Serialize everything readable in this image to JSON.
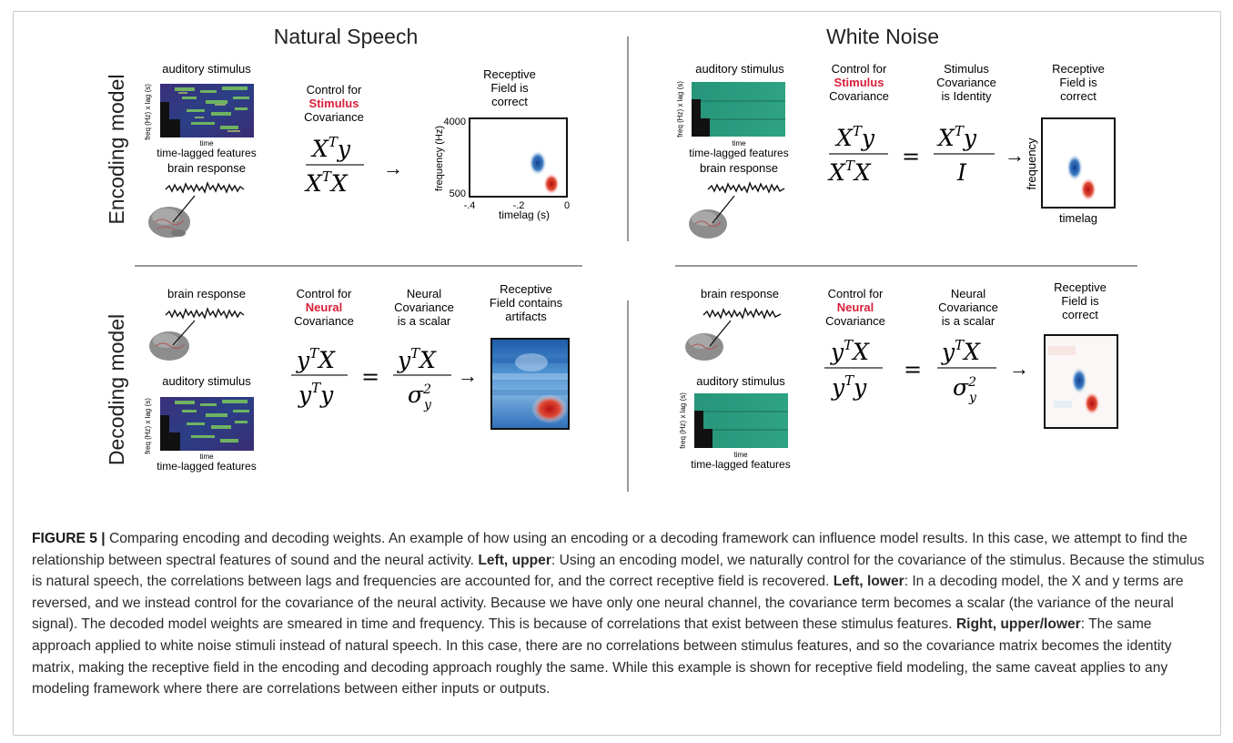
{
  "figure": {
    "columns": {
      "left_title": "Natural Speech",
      "right_title": "White Noise"
    },
    "rows": {
      "top_label": "Encoding model",
      "bottom_label": "Decoding model"
    },
    "labels": {
      "auditory_stimulus": "auditory stimulus",
      "brain_response": "brain response",
      "time": "time",
      "time_lagged_features": "time-lagged features",
      "freq_lag_axis": "freq (Hz) x lag (s)",
      "control_for": "Control for",
      "stimulus_word": "Stimulus",
      "neural_word": "Neural",
      "covariance": "Covariance",
      "stimulus_covariance_lines": [
        "Stimulus",
        "Covariance",
        "is Identity"
      ],
      "neural_covariance_lines": [
        "Neural",
        "Covariance",
        "is a scalar"
      ],
      "rf_correct_lines": [
        "Receptive",
        "Field is",
        "correct"
      ],
      "rf_artifacts_lines": [
        "Receptive",
        "Field contains",
        "artifacts"
      ],
      "frequency_hz": "frequency (Hz)",
      "frequency": "frequency",
      "timelag_s": "timelag (s)",
      "timelag": "timelag",
      "ytick_top": "4000",
      "ytick_bottom": "500",
      "xticks": [
        "-.4",
        "-.2",
        "0"
      ]
    },
    "equations": {
      "enc_num": "X",
      "enc_num_sup": "T",
      "enc_num_tail": "y",
      "enc_den": "X",
      "enc_den_sup": "T",
      "enc_den_tail": "X",
      "id_den": "I",
      "dec_num": "y",
      "dec_num_sup": "T",
      "dec_num_tail": "X",
      "dec_den": "y",
      "dec_den_sup": "T",
      "dec_den_tail": "y",
      "sigma": "σ",
      "sigma_sub": "y",
      "sigma_sup": "2",
      "arrow": "→",
      "equals": "="
    },
    "colors": {
      "accent_red": "#d8203b",
      "rf_blue": "#1f5fae",
      "rf_red": "#c81e1e",
      "noise_green": "#2a9a7c"
    }
  },
  "caption": {
    "label": "FIGURE 5 |",
    "intro": " Comparing encoding and decoding weights. An example of how using an encoding or a decoding framework can influence model results. In this case, we attempt to find the relationship between spectral features of sound and the neural activity. ",
    "left_upper_label": "Left, upper",
    "left_upper_text": ": Using an encoding model, we naturally control for the covariance of the stimulus. Because the stimulus is natural speech, the correlations between lags and frequencies are accounted for, and the correct receptive field is recovered. ",
    "left_lower_label": "Left, lower",
    "left_lower_text": ": In a decoding model, the X and y terms are reversed, and we instead control for the covariance of the neural activity. Because we have only one neural channel, the covariance term becomes a scalar (the variance of the neural signal). The decoded model weights are smeared in time and frequency. This is because of correlations that exist between these stimulus features. ",
    "right_label": "Right, upper/lower",
    "right_text": ": The same approach applied to white noise stimuli instead of natural speech. In this case, there are no correlations between stimulus features, and so the covariance matrix becomes the identity matrix, making the receptive field in the encoding and decoding approach roughly the same. While this example is shown for receptive field modeling, the same caveat applies to any modeling framework where there are correlations between either inputs or outputs."
  }
}
